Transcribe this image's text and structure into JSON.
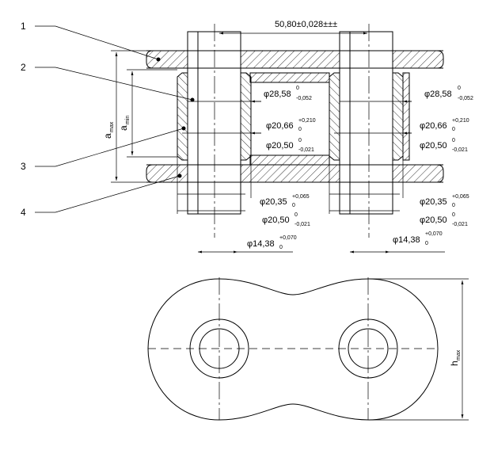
{
  "callouts": [
    "1",
    "2",
    "3",
    "4"
  ],
  "pitch_label": "50,80±0,028±±±",
  "left_labels": {
    "a_max": "a",
    "a_max_sub": "max",
    "a_min": "a",
    "a_min_sub": "min"
  },
  "left_column": [
    {
      "main": "φ28,58",
      "upper": "0",
      "lower": "-0,052"
    },
    {
      "main": "φ20,66",
      "upper": "+0,210",
      "lower": "0"
    },
    {
      "main": "φ20,50",
      "upper": "0",
      "lower": "-0,021"
    }
  ],
  "right_column": [
    {
      "main": "φ28,58",
      "upper": "0",
      "lower": "-0,052"
    },
    {
      "main": "φ20,66",
      "upper": "+0,210",
      "lower": "0"
    },
    {
      "main": "φ20,50",
      "upper": "0",
      "lower": "-0,021"
    }
  ],
  "bottom_left": [
    {
      "main": "φ20,35",
      "upper": "+0,065",
      "lower": "0"
    },
    {
      "main": "φ20,50",
      "upper": "0",
      "lower": "-0,021"
    }
  ],
  "bottom_right": [
    {
      "main": "φ20,35",
      "upper": "+0,065",
      "lower": "0"
    },
    {
      "main": "φ20,50",
      "upper": "0",
      "lower": "-0,021"
    }
  ],
  "pin_left": {
    "main": "φ14,38",
    "upper": "+0,070",
    "lower": "0"
  },
  "pin_right": {
    "main": "φ14,38",
    "upper": "+0,070",
    "lower": "0"
  },
  "h_max": {
    "main": "h",
    "sub": "max"
  }
}
